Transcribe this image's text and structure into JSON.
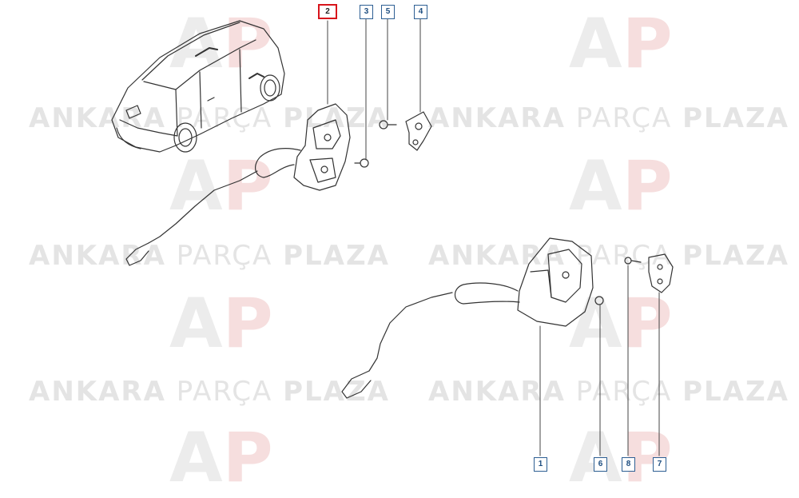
{
  "watermark": {
    "brand_a": "ANKARA",
    "brand_b": "PARÇA",
    "brand_c": "PLAZA",
    "logo_a": "A",
    "logo_p": "P"
  },
  "callouts": {
    "c1": "1",
    "c2": "2",
    "c3": "3",
    "c4": "4",
    "c5": "5",
    "c6": "6",
    "c7": "7",
    "c8": "8"
  },
  "colors": {
    "callout_border": "#2d5f93",
    "active_border": "#d8141b",
    "line": "#333333"
  }
}
